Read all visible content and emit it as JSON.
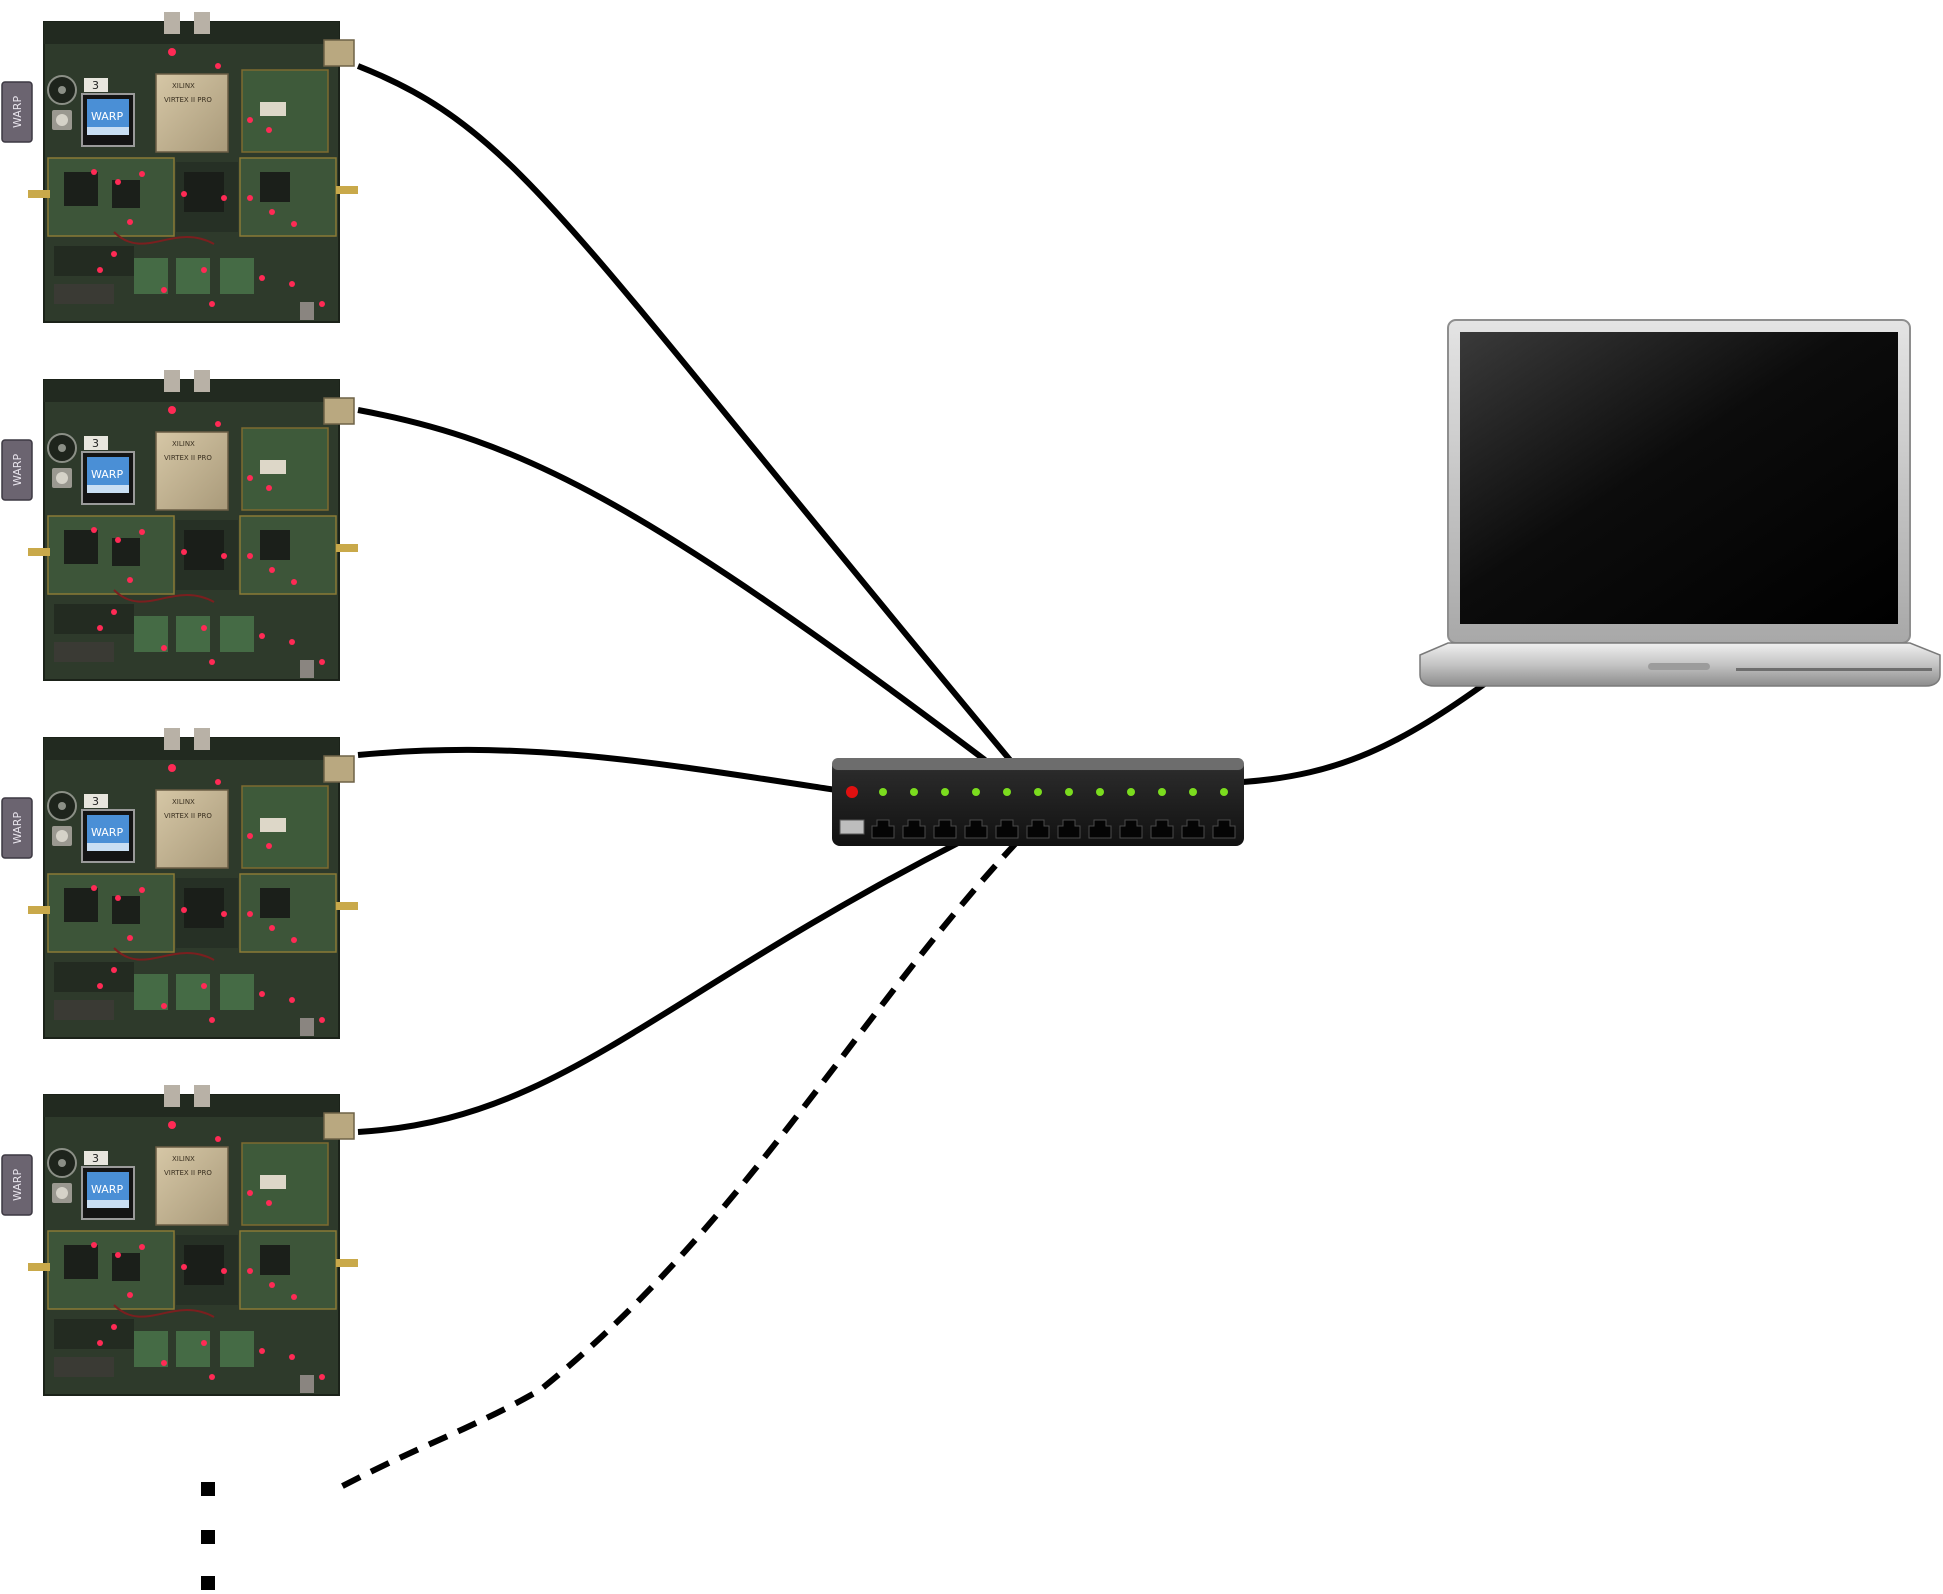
{
  "diagram": {
    "boards": [
      {
        "name": "warp-board-1",
        "side_label": "WARP",
        "screen_label": "WARP",
        "tag": "3",
        "chip_brand": "XILINX",
        "chip_label": "VIRTEX II PRO"
      },
      {
        "name": "warp-board-2",
        "side_label": "WARP",
        "screen_label": "WARP",
        "tag": "3",
        "chip_brand": "XILINX",
        "chip_label": "VIRTEX II PRO"
      },
      {
        "name": "warp-board-3",
        "side_label": "WARP",
        "screen_label": "WARP",
        "tag": "3",
        "chip_brand": "XILINX",
        "chip_label": "VIRTEX II PRO"
      },
      {
        "name": "warp-board-4",
        "side_label": "WARP",
        "screen_label": "WARP",
        "tag": "3",
        "chip_brand": "XILINX",
        "chip_label": "VIRTEX II PRO"
      }
    ],
    "switch": {
      "ports": 12,
      "status_led_color": "#e01010",
      "port_led_color": "#7bdc1e"
    },
    "laptop": {
      "screen_color": "#050505",
      "body_color": "#c9c9c9"
    },
    "connections": {
      "solid_links": 5,
      "dashed_links": 1
    },
    "continuation": "more boards (vertical ellipsis)",
    "colors": {
      "cable": "#000000",
      "board_pcb": "#2f3a2c",
      "led_red": "#ff2a55",
      "screen_blue": "#4a8fd6"
    }
  }
}
